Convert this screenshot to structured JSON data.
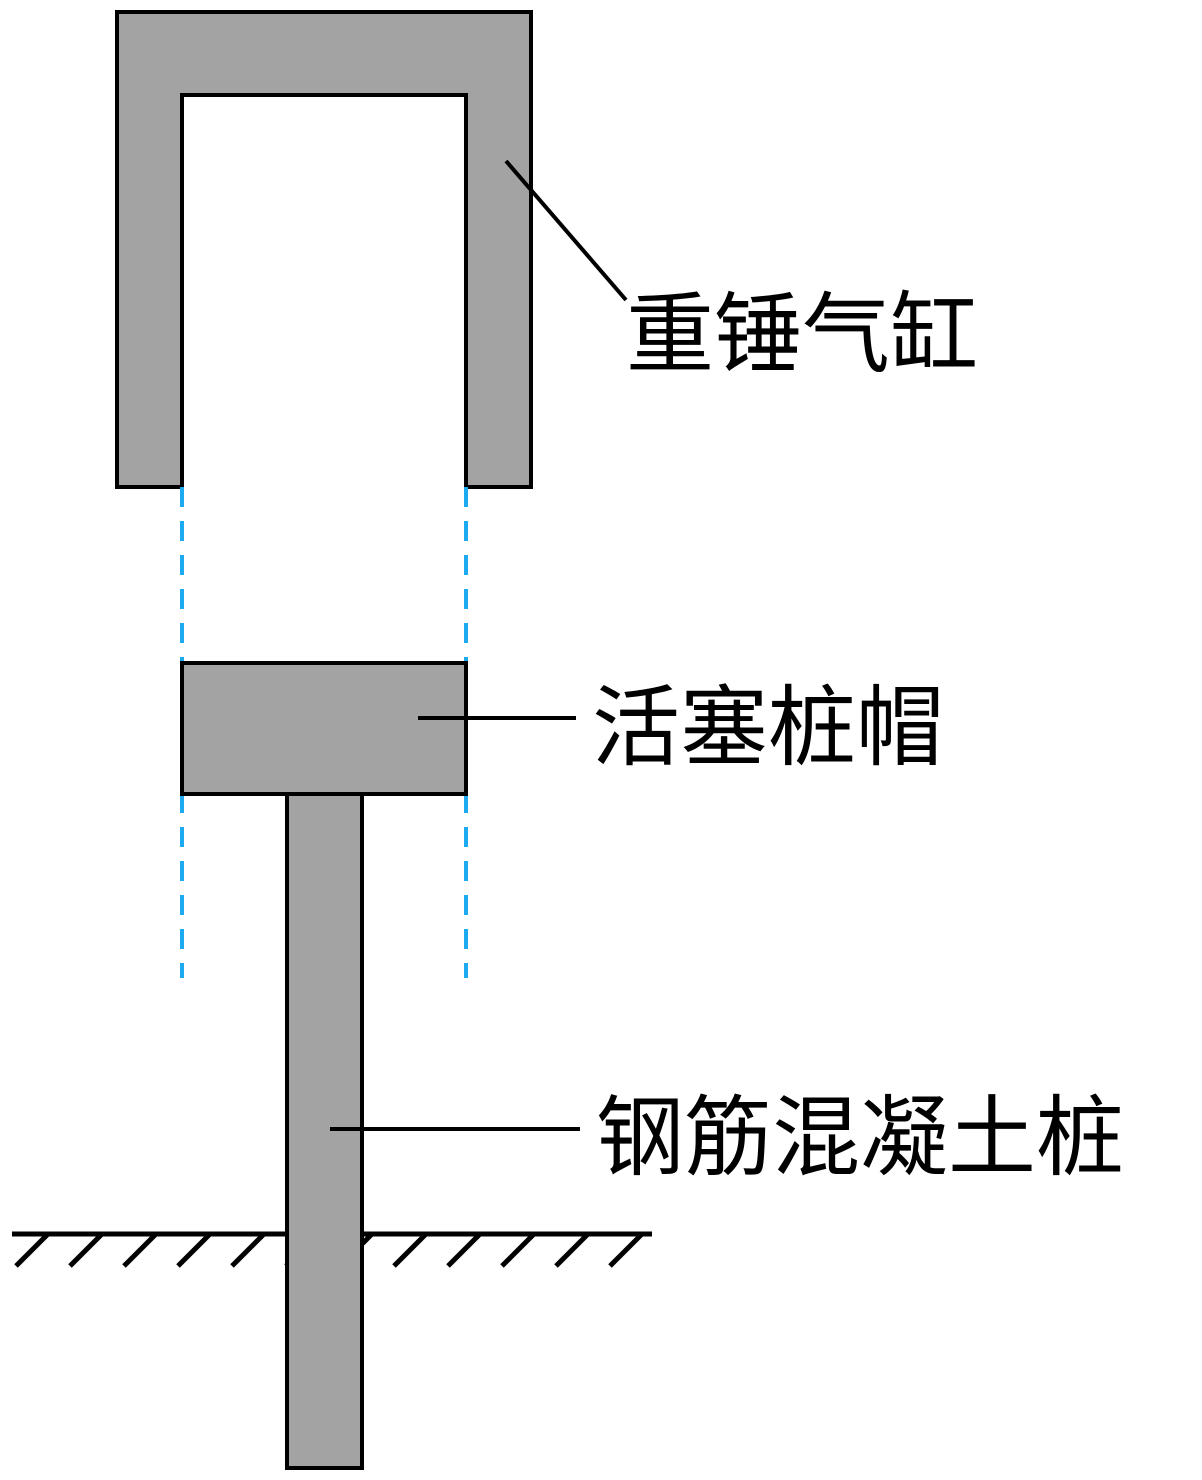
{
  "labels": {
    "hammer_cylinder": "重锤气缸",
    "piston_cap": "活塞桩帽",
    "concrete_pile": "钢筋混凝土桩"
  },
  "colors": {
    "part_fill": "#a3a3a3",
    "outline": "#000000",
    "guide_line": "#1eaaf0",
    "background": "#ffffff"
  }
}
